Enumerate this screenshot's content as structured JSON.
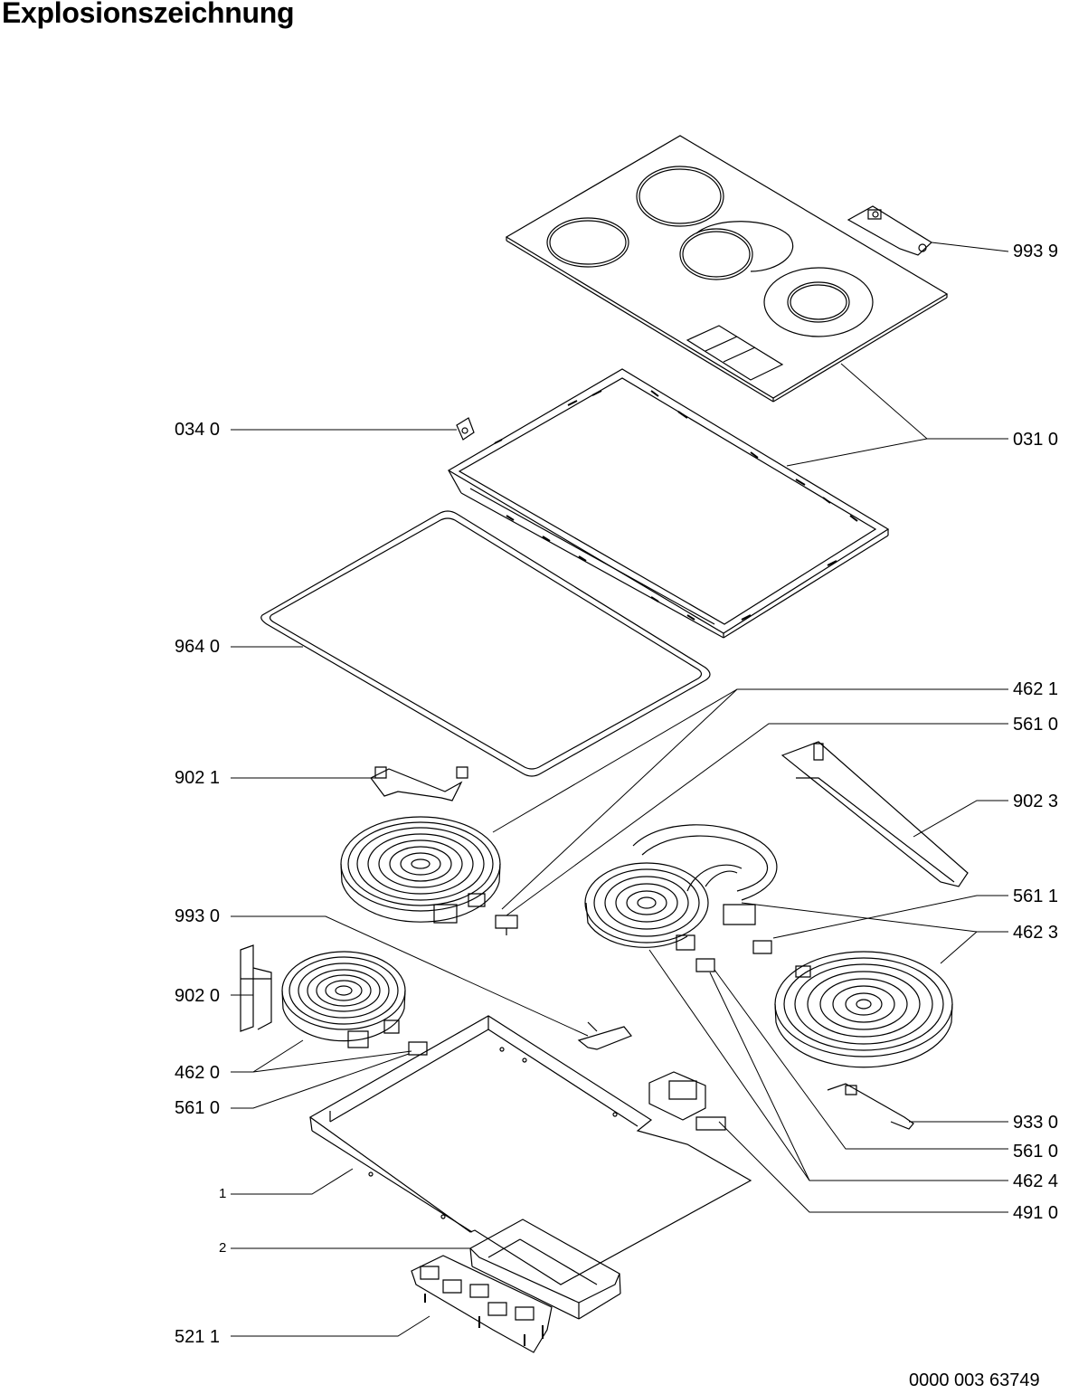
{
  "title": "Explosionszeichnung",
  "document_number": "0000 003 63749",
  "labels": {
    "p9939": "993 9",
    "p0340": "034 0",
    "p0310": "031 0",
    "p9640": "964 0",
    "p4621": "462 1",
    "p5610a": "561 0",
    "p9021": "902 1",
    "p9023": "902 3",
    "p5611": "561 1",
    "p9930": "993 0",
    "p4623": "462 3",
    "p9020": "902 0",
    "p4620": "462 0",
    "p5610b": "561 0",
    "p9330": "933 0",
    "p5610c": "561 0",
    "p4624": "462 4",
    "p4910": "491 0",
    "p1": "1",
    "p2": "2",
    "p5211": "521 1"
  }
}
